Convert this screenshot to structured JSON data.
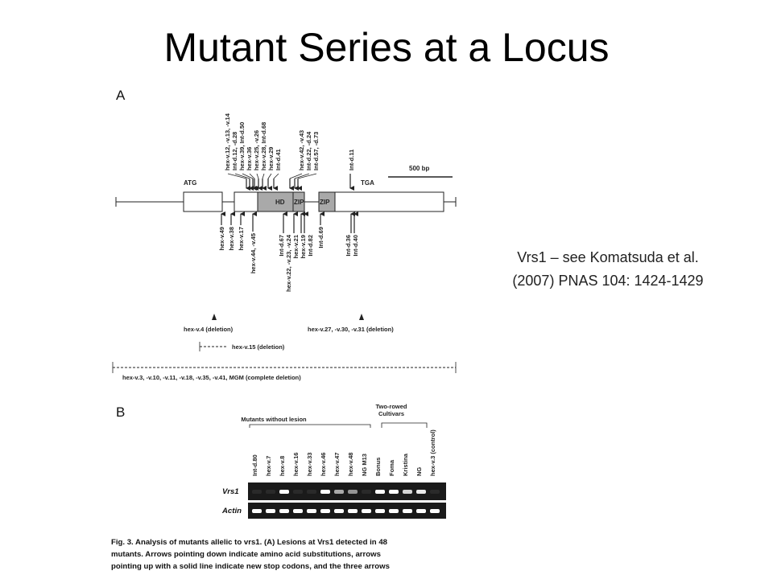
{
  "slide": {
    "title": "Mutant Series at a Locus",
    "citation": [
      "Vrs1 – see Komatsuda et al.",
      "(2007) PNAS 104: 1424-1429"
    ]
  },
  "figure": {
    "panel_a": {
      "label": "A",
      "feature_labels": [
        "ATG",
        "TGA",
        "HD",
        "ZIP",
        "ZIP"
      ],
      "scale_label": "500 bp",
      "up_labels": [
        "hex-v.12, -v.13, -v.14",
        "Int-d.12, -d.28",
        "hex-v.39, Int-d.50",
        "hex-v.36",
        "hex-v.25, -v.26",
        "hex-v.28, Int-d.68",
        "hex-v.29",
        "Int-d.41",
        "hex-v.42, -v.43",
        "Int-d.22, -d.24",
        "Int-d.57, -d.73",
        "Int-d.11"
      ],
      "down_labels": [
        "hex-v.49",
        "hex-v.38",
        "hex-v.17",
        "hex-v.44, -v.45",
        "Int-d.67",
        "hex-v.22, -v.23, -v.24",
        "hex-v.21",
        "hex-v.19",
        "Int-d.82",
        "Int-d.69",
        "Int-d.36",
        "Int-d.40"
      ],
      "deletion_left": "hex-v.4 (deletion)",
      "deletion_right": "hex-v.27, -v.30, -v.31 (deletion)",
      "deletion_mid": "hex-v.15 (deletion)",
      "complete_deletion": "hex-v.3, -v.10, -v.11, -v.18, -v.35, -v.41, MGM (complete deletion)"
    },
    "panel_b": {
      "label": "B",
      "group1": "Mutants without lesion",
      "group2": [
        "Two-rowed",
        "Cultivars"
      ],
      "lanes": [
        "Int-d.80",
        "hex-v.7",
        "hex-v.8",
        "hex-v.16",
        "hex-v.33",
        "hex-v.46",
        "hex-v.47",
        "hex-v.48",
        "NG M13",
        "Bonus",
        "Foma",
        "Kristina",
        "NG",
        "hex-v.3 (control)"
      ],
      "row_labels": [
        "Vrs1",
        "Actin"
      ],
      "vrs1_bands": [
        0,
        0,
        1,
        0,
        0,
        1,
        0.6,
        0.5,
        0,
        1,
        1,
        0.8,
        0.9,
        0
      ],
      "actin_bands": [
        1,
        1,
        1,
        1,
        1,
        1,
        1,
        1,
        1,
        1,
        1,
        1,
        1,
        1
      ]
    },
    "caption": [
      "Fig. 3.   Analysis of mutants allelic to vrs1. (A) Lesions at Vrs1 detected in 48",
      "mutants. Arrows pointing down indicate amino acid substitutions, arrows",
      "pointing up with a solid line indicate new stop codons, and the three arrows"
    ]
  }
}
